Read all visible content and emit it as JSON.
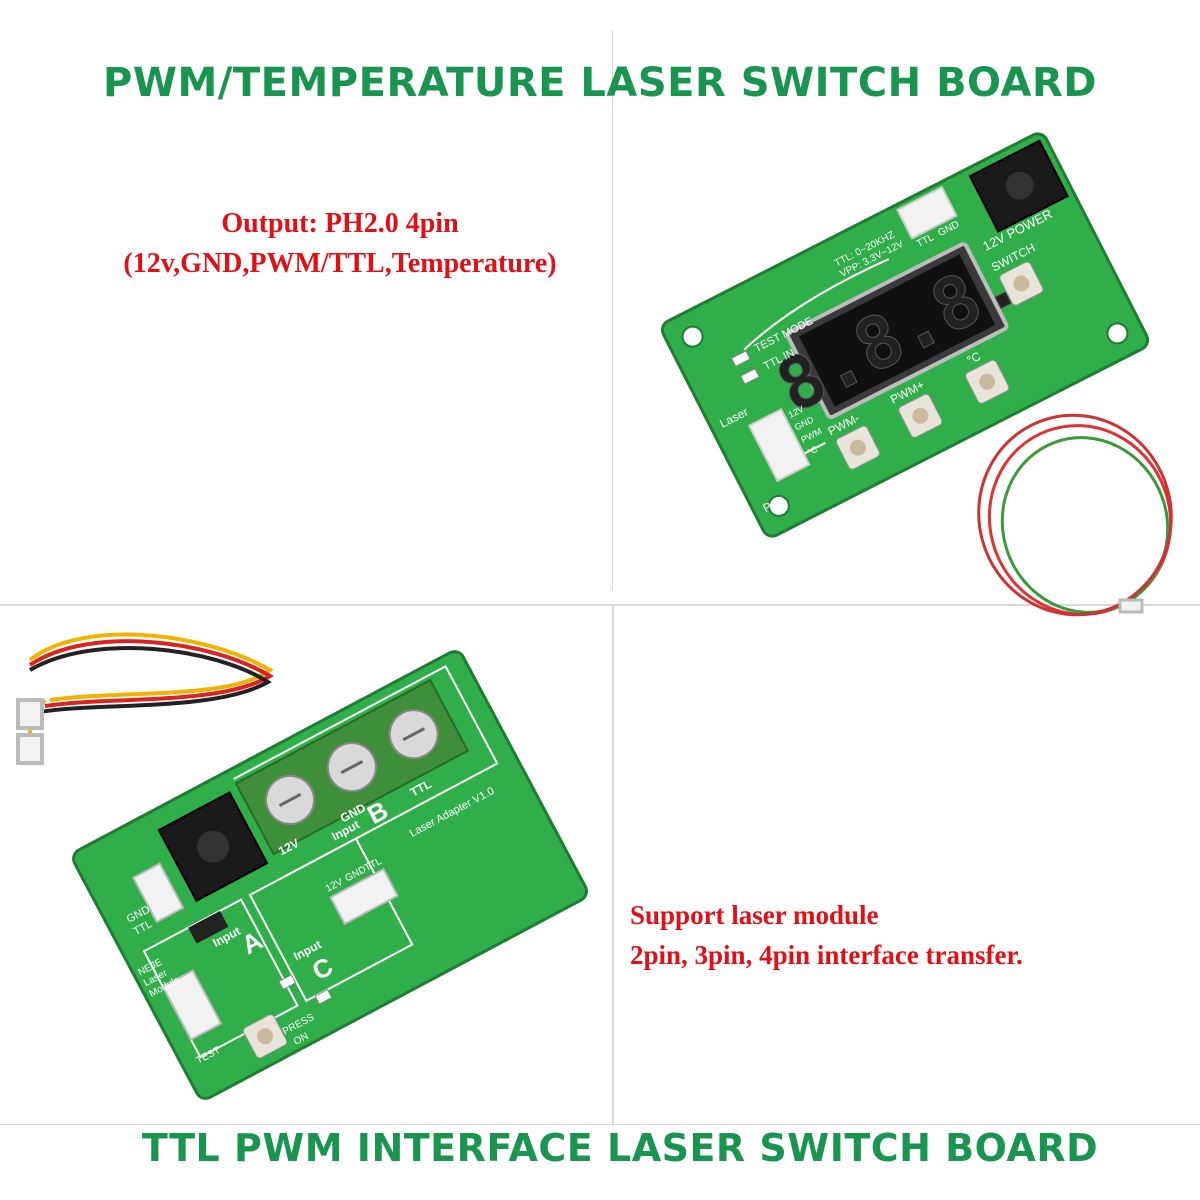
{
  "titles": {
    "top": "PWM/TEMPERATURE LASER SWITCH BOARD",
    "bottom": "TTL PWM INTERFACE LASER SWITCH BOARD"
  },
  "notes": {
    "output_line1": "Output: PH2.0 4pin",
    "output_line2": "(12v,GND,PWM/TTL,Temperature)",
    "support_line1": "Support laser module",
    "support_line2": "2pin, 3pin, 4pin interface transfer."
  },
  "board_top": {
    "display": "8.8.8.",
    "labels": {
      "test_mode": "TEST MODE",
      "ttl_in": "TTL IN",
      "ttl_spec": "TTL: 0~20KHZ",
      "vpp_spec": "VPP: 3.3V~12V",
      "ttl": "TTL",
      "gnd": "GND",
      "power": "12V POWER",
      "switch": "SWITCH",
      "celsius": "°C",
      "pwm_plus": "PWM+",
      "pwm_minus": "PWM-",
      "laser": "Laser",
      "port": "Port",
      "pin_12v": "12V",
      "pin_gnd": "GND",
      "pin_pwm": "PWM",
      "pin_c": "°C"
    }
  },
  "board_bottom": {
    "labels": {
      "v12": "12V",
      "gnd": "GND",
      "ttl": "TTL",
      "input_b": "Input",
      "letter_b": "B",
      "input_a": "Input",
      "letter_a": "A",
      "input_c": "Input",
      "letter_c": "C",
      "gnd_a": "GND",
      "ttl_a": "TTL",
      "v12_c": "12V",
      "gnd_c": "GND",
      "ttl_c": "TTL",
      "neje": "NEJE",
      "laser": "Laser",
      "module": "Module",
      "adapter": "Laser Adapter V1.0",
      "test": "TEST",
      "press": "PRESS",
      "on": "ON"
    }
  },
  "colors": {
    "title_green": "#1a9550",
    "note_red": "#e01016",
    "pcb_green": "#2fae4a",
    "pcb_dark": "#228a3a",
    "terminal_green": "#3f8f3a"
  }
}
